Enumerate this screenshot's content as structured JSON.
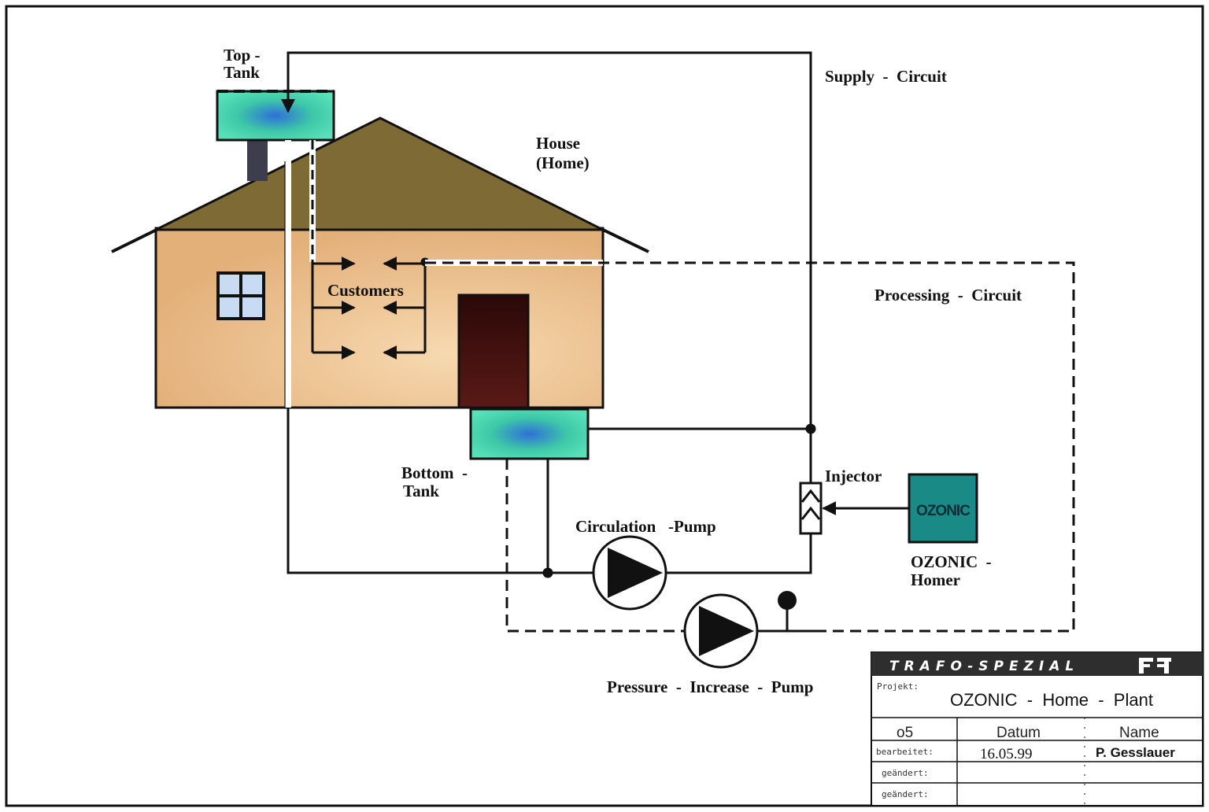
{
  "labels": {
    "top_tank": [
      "Top  -",
      "Tank"
    ],
    "supply_circuit": "Supply  -  Circuit",
    "house": [
      "House",
      "(Home)"
    ],
    "customers": "Customers",
    "processing_circuit": "Processing  -  Circuit",
    "bottom_tank": [
      "Bottom  -",
      "Tank"
    ],
    "injector": "Injector",
    "circulation_pump": "Circulation   -Pump",
    "ozonic_box": "OZONIC",
    "ozonic_homer": [
      "OZONIC  -",
      "Homer"
    ],
    "pressure_pump": "Pressure  -  Increase  -  Pump"
  },
  "title_block": {
    "company": "TRAFO-SPEZIAL",
    "projekt_label": "Projekt:",
    "projekt_value": "OZONIC  -  Home  -  Plant",
    "number": "o5",
    "datum_label": "Datum",
    "name_label": "Name",
    "bearbeitet_label": "bearbeitet:",
    "bearbeitet_date": "16.05.99",
    "bearbeitet_name": "P. Gesslauer",
    "geandert1_label": "geändert:",
    "geandert2_label": "geändert:"
  },
  "colors": {
    "roof": "#7d6a35",
    "wall": "#e8b985",
    "water": "#3ec9a7",
    "ozonic": "#1a8a87",
    "title_bar": "#2e2e2e"
  }
}
